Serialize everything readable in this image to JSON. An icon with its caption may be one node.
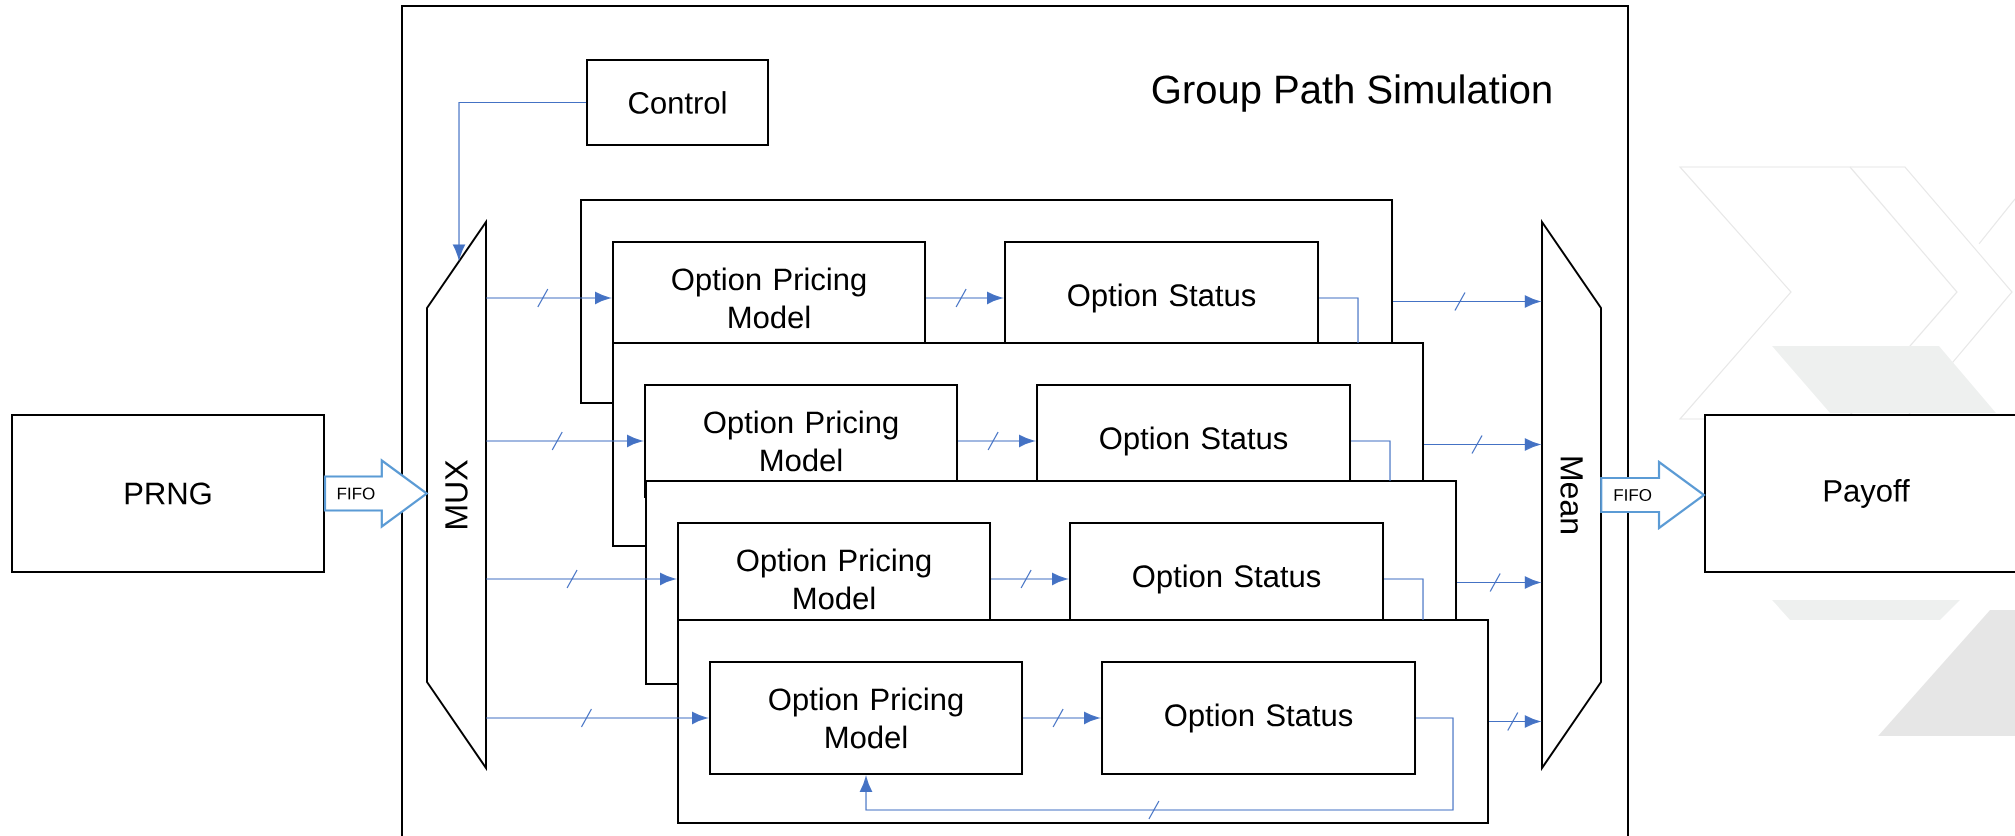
{
  "diagram": {
    "nodes": [
      {
        "text": [
          "PRNG"
        ]
      },
      {
        "text": [
          "Group Path Simulation"
        ]
      },
      {
        "text": [
          "Control"
        ],
        "in": 1
      },
      {
        "text": [
          "MUX"
        ],
        "in": 1
      },
      {
        "text": [],
        "shape": "box",
        "in": 1
      },
      {
        "text": [
          "Option Pricing Model"
        ],
        "in": 4
      },
      {
        "text": [
          "Option Status"
        ],
        "in": 4
      },
      {
        "text": [],
        "shape": "box",
        "in": 1
      },
      {
        "text": [
          "Option Pricing Model"
        ],
        "in": 7
      },
      {
        "text": [
          "Option Status"
        ],
        "in": 7
      },
      {
        "text": [],
        "shape": "box",
        "in": 1
      },
      {
        "text": [
          "Option Pricing Model"
        ],
        "in": 10
      },
      {
        "text": [
          "Option Status"
        ],
        "in": 10
      },
      {
        "text": [],
        "shape": "box",
        "in": 1
      },
      {
        "text": [
          "Option Pricing Model"
        ],
        "in": 13
      },
      {
        "text": [
          "Option Status"
        ],
        "in": 13
      },
      {
        "text": [
          "Mean"
        ],
        "in": 1
      },
      {
        "text": [
          "Payoff"
        ]
      }
    ],
    "edges": [
      {
        "from": 0,
        "to": 3,
        "arrow": "to",
        "label": "FIFO",
        "style": "thick",
        "color": "#5b9bd5"
      },
      {
        "from": 2,
        "to": 3,
        "arrow": "to"
      },
      {
        "from": 3,
        "to": 5,
        "arrow": "to"
      },
      {
        "from": 3,
        "to": 8,
        "arrow": "to"
      },
      {
        "from": 3,
        "to": 11,
        "arrow": "to"
      },
      {
        "from": 3,
        "to": 14,
        "arrow": "to"
      },
      {
        "from": 5,
        "to": 6,
        "arrow": "to"
      },
      {
        "from": 8,
        "to": 9,
        "arrow": "to"
      },
      {
        "from": 11,
        "to": 12,
        "arrow": "to"
      },
      {
        "from": 14,
        "to": 15,
        "arrow": "to"
      },
      {
        "from": 6,
        "to": 7,
        "arrow": "none"
      },
      {
        "from": 9,
        "to": 10,
        "arrow": "none"
      },
      {
        "from": 12,
        "to": 13,
        "arrow": "none"
      },
      {
        "from": 15,
        "to": 14,
        "arrow": "to"
      },
      {
        "from": 4,
        "to": 16,
        "arrow": "to"
      },
      {
        "from": 7,
        "to": 16,
        "arrow": "to"
      },
      {
        "from": 10,
        "to": 16,
        "arrow": "to"
      },
      {
        "from": 13,
        "to": 16,
        "arrow": "to"
      },
      {
        "from": 16,
        "to": 17,
        "arrow": "to",
        "label": "FIFO",
        "style": "thick",
        "color": "#5b9bd5"
      }
    ]
  }
}
